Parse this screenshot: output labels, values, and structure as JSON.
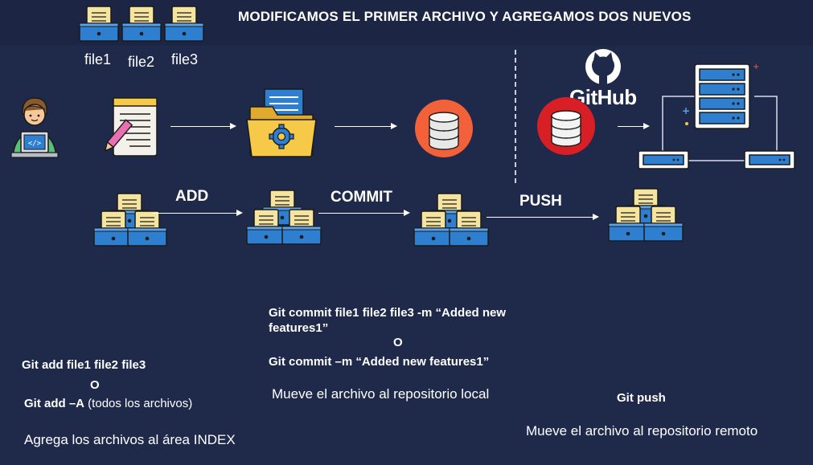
{
  "header": {
    "title": "MODIFICAMOS EL PRIMER ARCHIVO Y AGREGAMOS DOS NUEVOS"
  },
  "files": [
    {
      "label": "file1"
    },
    {
      "label": "file2"
    },
    {
      "label": "file3"
    }
  ],
  "steps": {
    "add": "ADD",
    "commit": "COMMIT",
    "push": "PUSH"
  },
  "remote": {
    "brand": "GitHub"
  },
  "notes": {
    "add_cmd1": "Git add file1 file2 file3",
    "add_or": "O",
    "add_cmd2_bold": "Git add –A",
    "add_cmd2_rest": " (todos los archivos)",
    "add_desc": "Agrega los archivos al área INDEX",
    "commit_cmd1_line1": "Git commit file1 file2 file3 -m  “Added new",
    "commit_cmd1_line2": "features1”",
    "commit_or": "O",
    "commit_cmd2": "Git commit –m  “Added new features1”",
    "commit_desc": "Mueve el archivo al repositorio local",
    "push_cmd": "Git push",
    "push_desc": "Mueve el archivo al repositorio remoto"
  },
  "colors": {
    "background": "#1f2a4b",
    "folder_yellow": "#f7c948",
    "tray_blue": "#2f7fd1",
    "db_red": "#d81f26",
    "db_orange": "#f2613a"
  }
}
